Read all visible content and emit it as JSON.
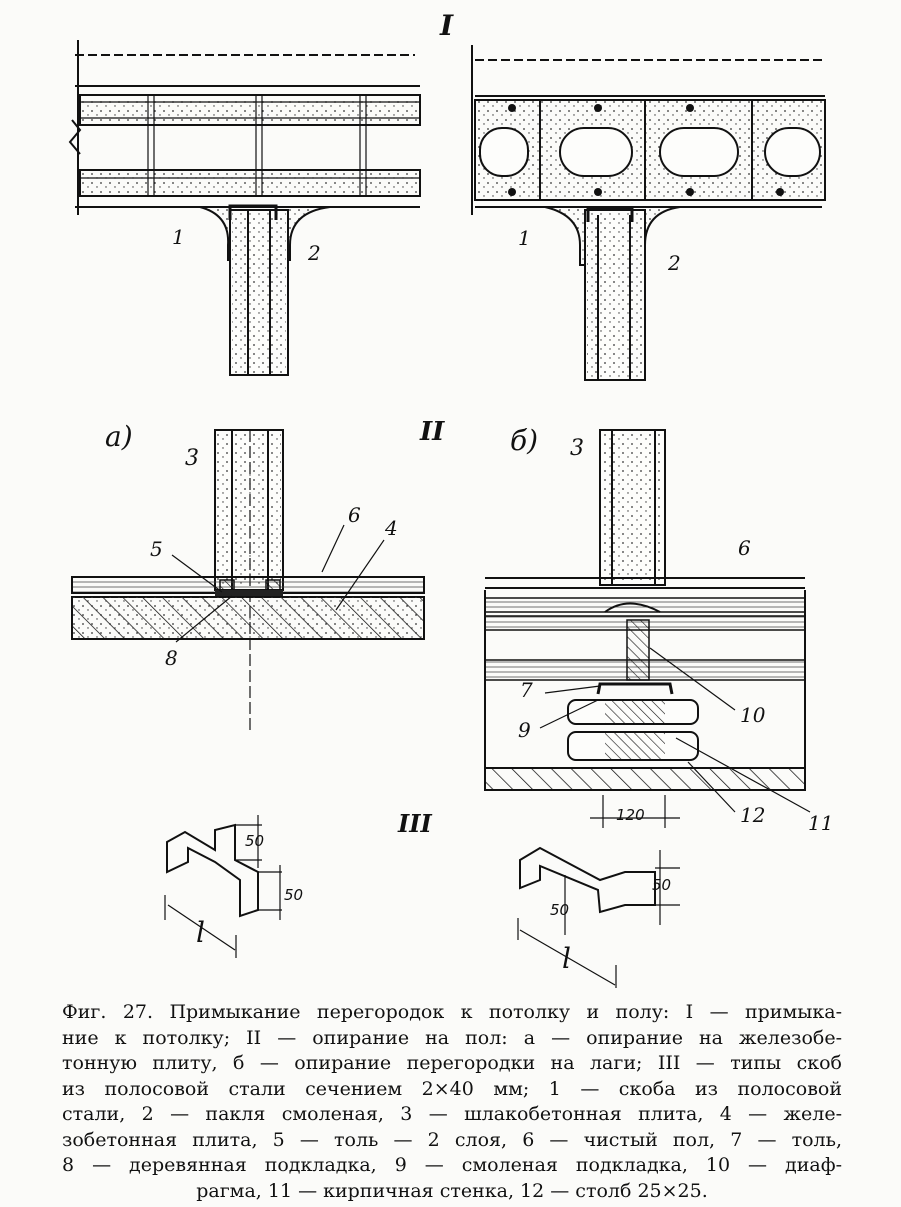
{
  "labels": {
    "section_I": "I",
    "section_II": "II",
    "section_III": "III",
    "sub_a": "а)",
    "sub_b": "б)",
    "n1": "1",
    "n2": "2",
    "n3": "3",
    "n4": "4",
    "n5": "5",
    "n6": "6",
    "n7": "7",
    "n8": "8",
    "n9": "9",
    "n10": "10",
    "n11": "11",
    "n12": "12",
    "dim_120": "120",
    "dim_50": "50",
    "dim_l": "l"
  },
  "caption": {
    "lines": [
      "Фиг. 27. Примыкание перегородок к потолку и полу: I — примыка-",
      "ние к потолку; II — опирание на пол: а — опирание на железобе-",
      "тонную плиту, б — опирание перегородки на лаги; III — типы скоб",
      "из полосовой стали сечением 2×40 мм; 1 — скоба из полосовой",
      "стали, 2 — пакля смоленая, 3 — шлакобетонная плита, 4 — желе-",
      "зобетонная плита, 5 — толь — 2 слоя, 6 — чистый пол, 7 — толь,",
      "8 — деревянная подкладка, 9 — смоленая подкладка, 10 — диаф-",
      "рагма, 11 — кирпичная стенка, 12 — столб 25×25."
    ]
  }
}
